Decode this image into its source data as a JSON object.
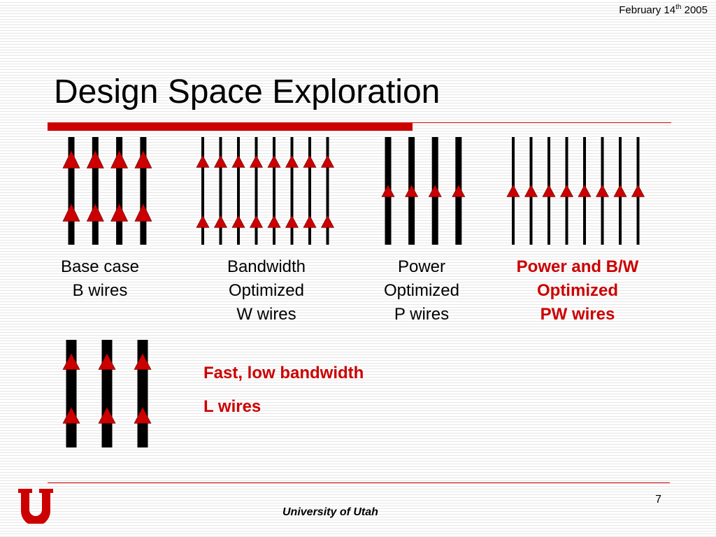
{
  "header": {
    "date_prefix": "February 14",
    "date_sup": "th",
    "date_year": " 2005"
  },
  "title": "Design Space Exploration",
  "groups": [
    {
      "id": "b",
      "lines": [
        "Base case",
        "B wires"
      ],
      "highlight": false,
      "wire_count": 4
    },
    {
      "id": "w",
      "lines": [
        "Bandwidth",
        "Optimized",
        "W wires"
      ],
      "highlight": false,
      "wire_count": 8
    },
    {
      "id": "p",
      "lines": [
        "Power",
        "Optimized",
        "P wires"
      ],
      "highlight": false,
      "wire_count": 4
    },
    {
      "id": "pw",
      "lines": [
        "Power and B/W",
        "Optimized",
        "PW wires"
      ],
      "highlight": true,
      "wire_count": 8
    },
    {
      "id": "l",
      "lines": [
        "Fast, low bandwidth",
        "L wires"
      ],
      "highlight": true,
      "wire_count": 3
    }
  ],
  "colors": {
    "accent": "#cc0000",
    "wire": "#000000",
    "triangle": "#cc0000"
  },
  "footer": {
    "page_number": "7",
    "university": "University of Utah"
  }
}
